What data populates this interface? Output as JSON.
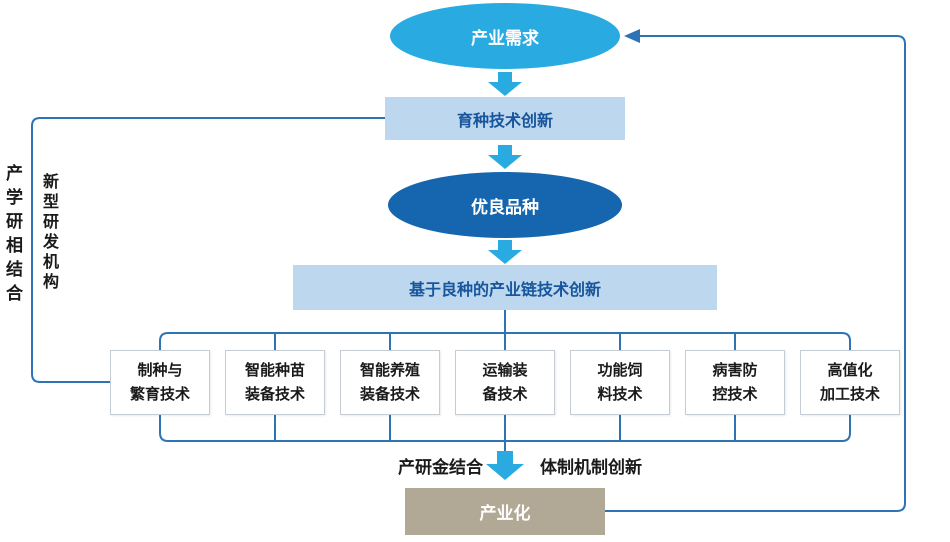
{
  "diagram": {
    "nodes": {
      "industry_demand": "产业需求",
      "breeding_innovation": "育种技术创新",
      "elite_variety": "优良品种",
      "chain_innovation": "基于良种的产业链技术创新",
      "industrialization": "产业化"
    },
    "tech_boxes": [
      {
        "line1": "制种与",
        "line2": "繁育技术"
      },
      {
        "line1": "智能种苗",
        "line2": "装备技术"
      },
      {
        "line1": "智能养殖",
        "line2": "装备技术"
      },
      {
        "line1": "运输装",
        "line2": "备技术"
      },
      {
        "line1": "功能饲",
        "line2": "料技术"
      },
      {
        "line1": "病害防",
        "line2": "控技术"
      },
      {
        "line1": "高值化",
        "line2": "加工技术"
      }
    ],
    "bottom_labels": {
      "left": "产研金结合",
      "right": "体制机制创新"
    },
    "side_labels": {
      "outer": "产学研相结合",
      "inner": "新型研发机构"
    },
    "colors": {
      "light_blue": "#29ABE2",
      "pale_blue": "#BDD7EE",
      "dark_blue": "#1566AE",
      "node_text_blue": "#17559C",
      "connector_blue": "#2E74B5",
      "tan": "#B2A896",
      "box_border": "#C6CCD4"
    }
  }
}
